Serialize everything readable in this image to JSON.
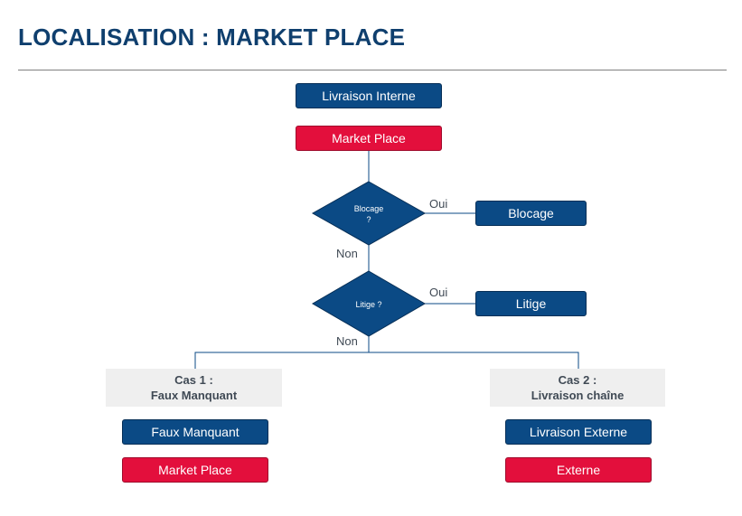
{
  "title": "LOCALISATION : MARKET PLACE",
  "nodes": {
    "livraison_interne": "Livraison Interne",
    "market_place_top": "Market Place",
    "blocage_q_line1": "Blocage",
    "blocage_q_line2": "?",
    "blocage_box": "Blocage",
    "litige_q": "Litige ?",
    "litige_box": "Litige",
    "cas1_line1": "Cas 1 :",
    "cas1_line2": "Faux Manquant",
    "cas2_line1": "Cas 2 :",
    "cas2_line2": "Livraison chaîne",
    "faux_manquant": "Faux Manquant",
    "market_place_bottom": "Market Place",
    "livraison_externe": "Livraison Externe",
    "externe": "Externe"
  },
  "edge_labels": {
    "oui_1": "Oui",
    "non_1": "Non",
    "oui_2": "Oui",
    "non_2": "Non"
  },
  "colors": {
    "blue": "#0b4a85",
    "red": "#e30f3c",
    "title": "#0f3f6e"
  }
}
